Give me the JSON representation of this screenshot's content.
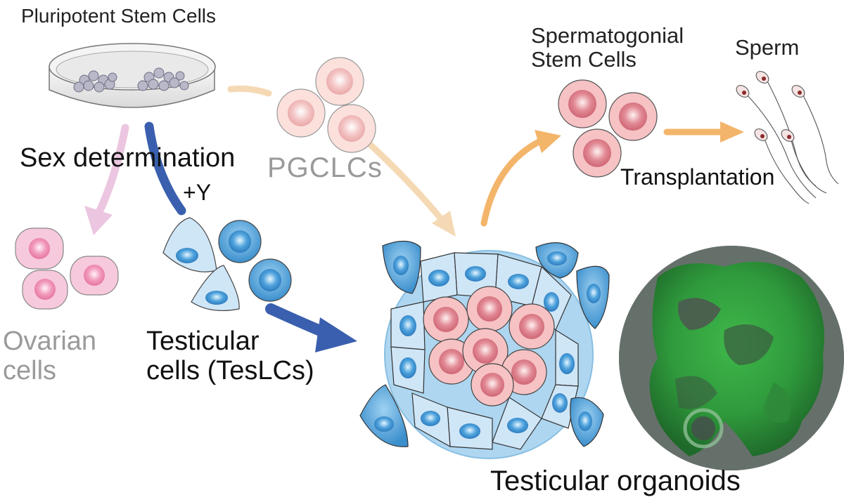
{
  "labels": {
    "pluripotent": "Pluripotent Stem Cells",
    "sex_determination": "Sex determination",
    "plus_y": "+Y",
    "pgclcs": "PGCLCs",
    "ssc_line1": "Spermatogonial",
    "ssc_line2": "Stem Cells",
    "sperm": "Sperm",
    "transplantation": "Transplantation",
    "ovarian_line1": "Ovarian",
    "ovarian_line2": "cells",
    "testicular_line1": "Testicular",
    "testicular_line2": "cells (TesLCs)",
    "organoids": "Testicular organoids"
  },
  "colors": {
    "blue_arrow": "#3a5fae",
    "pink_arrow": "#ecc6e0",
    "peach_arrow": "#f5d9b4",
    "orange_arrow": "#f3b56a",
    "pink_cell": "#f7c9dc",
    "pgc_cell": "#fbe0dc",
    "germ_cell": "#f4bcbf",
    "somatic_cell": "#cfe6f7",
    "somatic_nucleus": "#3f96d2",
    "organoid_ring": "#aed6f0",
    "fluorescence": "#3fae4a"
  }
}
